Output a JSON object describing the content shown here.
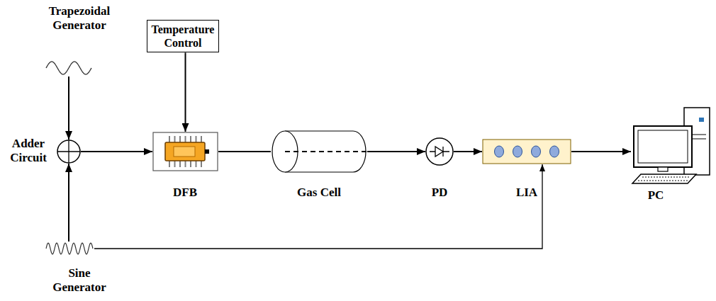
{
  "diagram": {
    "nodes": [
      {
        "text": [
          "Trapezoidal Generator"
        ]
      },
      {
        "text": [
          "Temperature Control"
        ]
      },
      {
        "text": [
          "Adder Circuit"
        ]
      },
      {
        "text": [
          "DFB"
        ]
      },
      {
        "text": [
          "Gas Cell"
        ]
      },
      {
        "text": [
          "PD"
        ]
      },
      {
        "text": [
          "LIA"
        ]
      },
      {
        "text": [
          "PC"
        ]
      },
      {
        "text": [
          "Sine Generator"
        ]
      }
    ],
    "edges": [
      {
        "from": 0,
        "to": 2,
        "arrow": "to"
      },
      {
        "from": 1,
        "to": 3,
        "arrow": "to"
      },
      {
        "from": 8,
        "to": 2,
        "arrow": "to"
      },
      {
        "from": 2,
        "to": 3,
        "arrow": "to"
      },
      {
        "from": 3,
        "to": 4,
        "arrow": "none"
      },
      {
        "from": 4,
        "to": 5,
        "arrow": "to"
      },
      {
        "from": 5,
        "to": 6,
        "arrow": "to"
      },
      {
        "from": 6,
        "to": 7,
        "arrow": "to"
      },
      {
        "from": 8,
        "to": 6,
        "arrow": "to"
      }
    ]
  }
}
